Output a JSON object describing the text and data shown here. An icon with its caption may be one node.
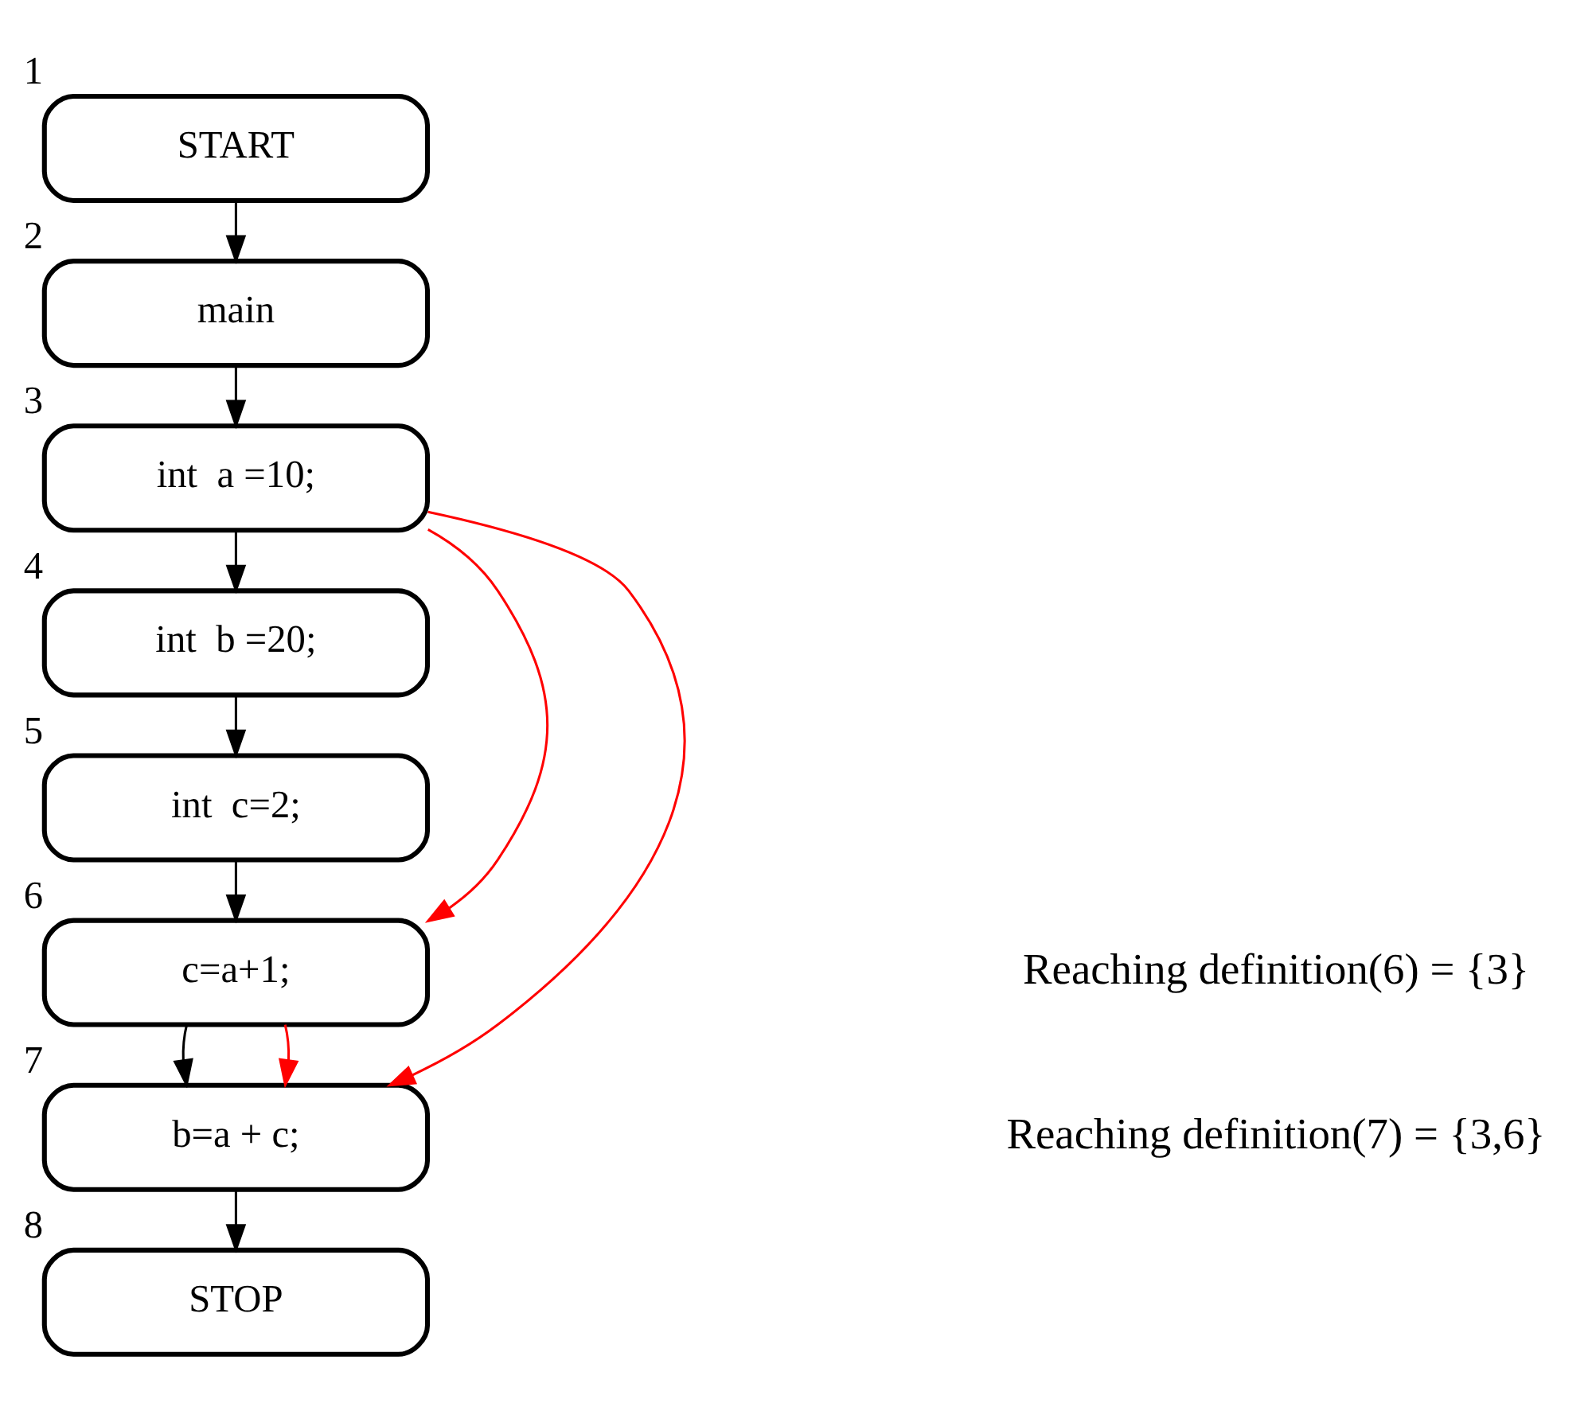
{
  "diagram": {
    "nodes": [
      {
        "text": [
          "START"
        ],
        "beside": [
          "1"
        ]
      },
      {
        "text": [
          "main"
        ],
        "beside": [
          "2"
        ]
      },
      {
        "text": [
          "int  a =10;"
        ],
        "beside": [
          "3"
        ]
      },
      {
        "text": [
          "int  b =20;"
        ],
        "beside": [
          "4"
        ]
      },
      {
        "text": [
          "int  c=2;"
        ],
        "beside": [
          "5"
        ]
      },
      {
        "text": [
          "c=a+1;"
        ],
        "beside": [
          "6"
        ]
      },
      {
        "text": [
          "b=a + c;"
        ],
        "beside": [
          "7"
        ]
      },
      {
        "text": [
          "STOP"
        ],
        "beside": [
          "8"
        ]
      }
    ],
    "edges": [
      {
        "from": 0,
        "to": 1,
        "arrow": "to"
      },
      {
        "from": 1,
        "to": 2,
        "arrow": "to"
      },
      {
        "from": 2,
        "to": 3,
        "arrow": "to"
      },
      {
        "from": 3,
        "to": 4,
        "arrow": "to"
      },
      {
        "from": 4,
        "to": 5,
        "arrow": "to"
      },
      {
        "from": 5,
        "to": 6,
        "arrow": "to"
      },
      {
        "from": 6,
        "to": 7,
        "arrow": "to"
      },
      {
        "from": 2,
        "to": 5,
        "arrow": "to",
        "color": "#ff0000"
      },
      {
        "from": 5,
        "to": 6,
        "arrow": "to",
        "color": "#ff0000"
      },
      {
        "from": 2,
        "to": 6,
        "arrow": "to",
        "color": "#ff0000"
      }
    ],
    "labels": [
      "Reaching definition(6) = {3}",
      "Reaching definition(7) = {3,6}"
    ]
  }
}
